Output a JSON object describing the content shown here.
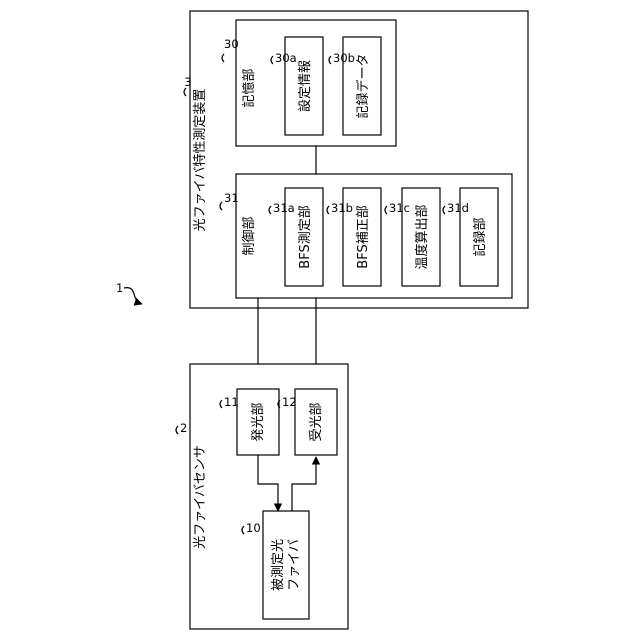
{
  "device": {
    "title": "光ファイバ特性測定装置",
    "ref": "3",
    "storage": {
      "label": "記憶部",
      "ref": "30",
      "settings": {
        "label": "設定情報",
        "ref": "30a"
      },
      "records": {
        "label": "記録データ",
        "ref": "30b"
      }
    },
    "control": {
      "label": "制御部",
      "ref": "31",
      "bfs_measure": {
        "label": "BFS測定部",
        "ref": "31a"
      },
      "bfs_correct": {
        "label": "BFS補正部",
        "ref": "31b"
      },
      "temp_calc": {
        "label": "温度算出部",
        "ref": "31c"
      },
      "recorder": {
        "label": "記録部",
        "ref": "31d"
      }
    }
  },
  "sensor": {
    "title": "光ファイバセンサ",
    "ref": "2",
    "emitter": {
      "label": "発光部",
      "ref": "11"
    },
    "receiver": {
      "label": "受光部",
      "ref": "12"
    },
    "fiber": {
      "line1": "被測定光",
      "line2": "ファイバ",
      "ref": "10"
    }
  },
  "system_ref": "1"
}
